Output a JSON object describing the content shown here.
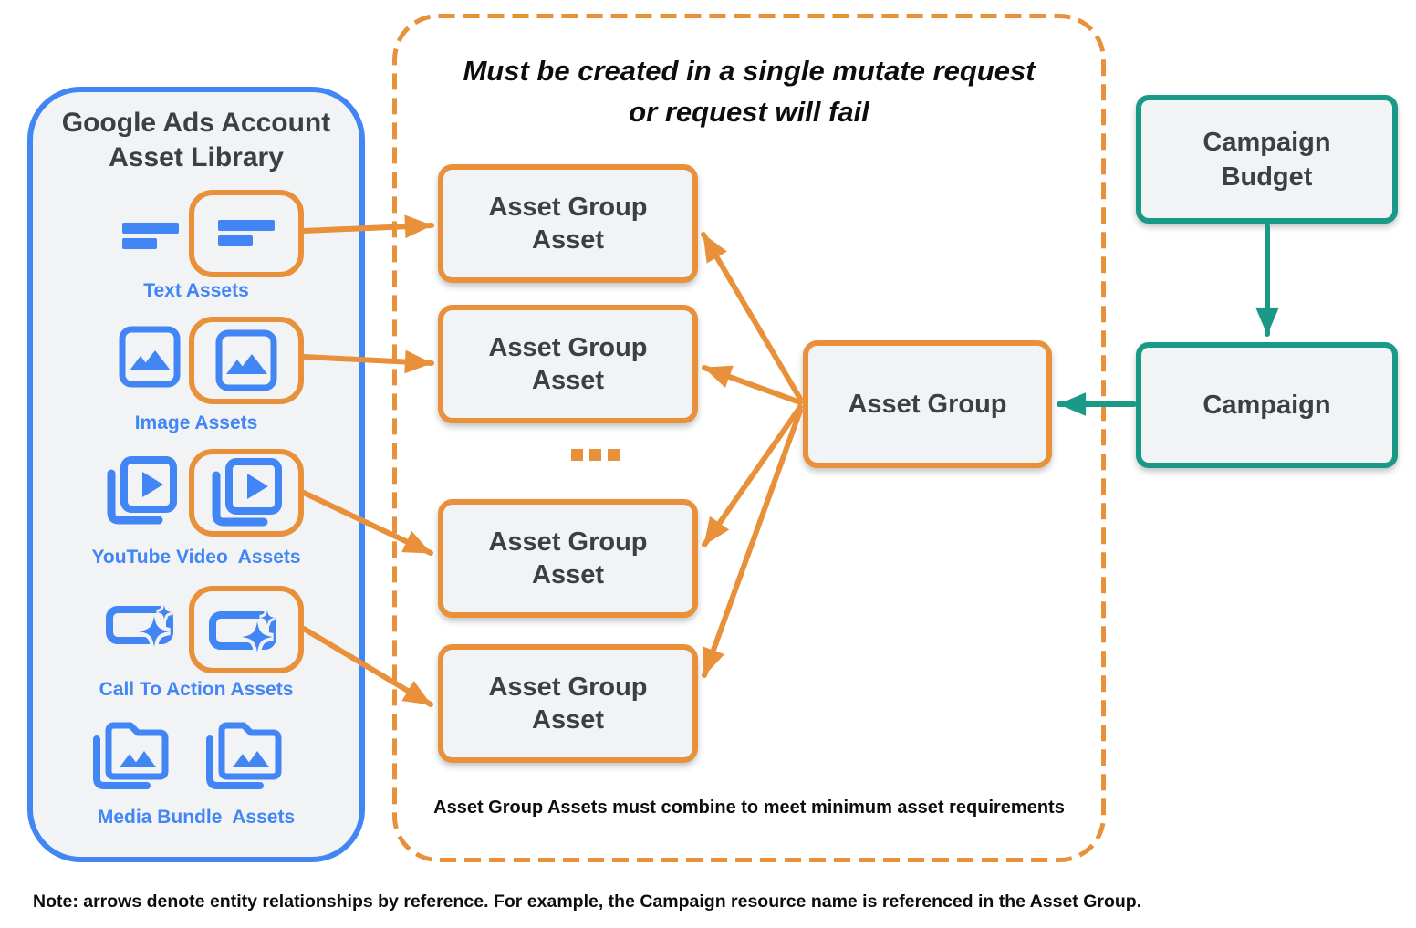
{
  "library": {
    "title": "Google Ads Account Asset Library",
    "items": [
      {
        "label": "Text Assets",
        "icon": "text-asset-icon"
      },
      {
        "label": "Image Assets",
        "icon": "image-asset-icon"
      },
      {
        "label": "YouTube Video  Assets",
        "icon": "youtube-video-asset-icon"
      },
      {
        "label": "Call To Action Assets",
        "icon": "call-to-action-asset-icon"
      },
      {
        "label": "Media Bundle  Assets",
        "icon": "media-bundle-asset-icon"
      }
    ]
  },
  "mutate_container": {
    "title_line1": "Must be created in a single mutate request",
    "title_line2": "or request will fail",
    "boxes": [
      "Asset Group Asset",
      "Asset Group Asset",
      "Asset Group Asset",
      "Asset Group Asset"
    ],
    "ellipsis": "...",
    "footnote": "Asset Group Assets must combine to meet minimum asset requirements"
  },
  "entities": {
    "asset_group": "Asset Group",
    "campaign_budget": "Campaign Budget",
    "campaign": "Campaign"
  },
  "note": "Note: arrows denote entity relationships by reference. For example, the Campaign resource name is referenced in the Asset Group.",
  "colors": {
    "blue": "#4285F4",
    "orange": "#E8913A",
    "teal": "#1B9987",
    "node_fill": "#F1F3F4",
    "text_dark": "#3C4043"
  }
}
